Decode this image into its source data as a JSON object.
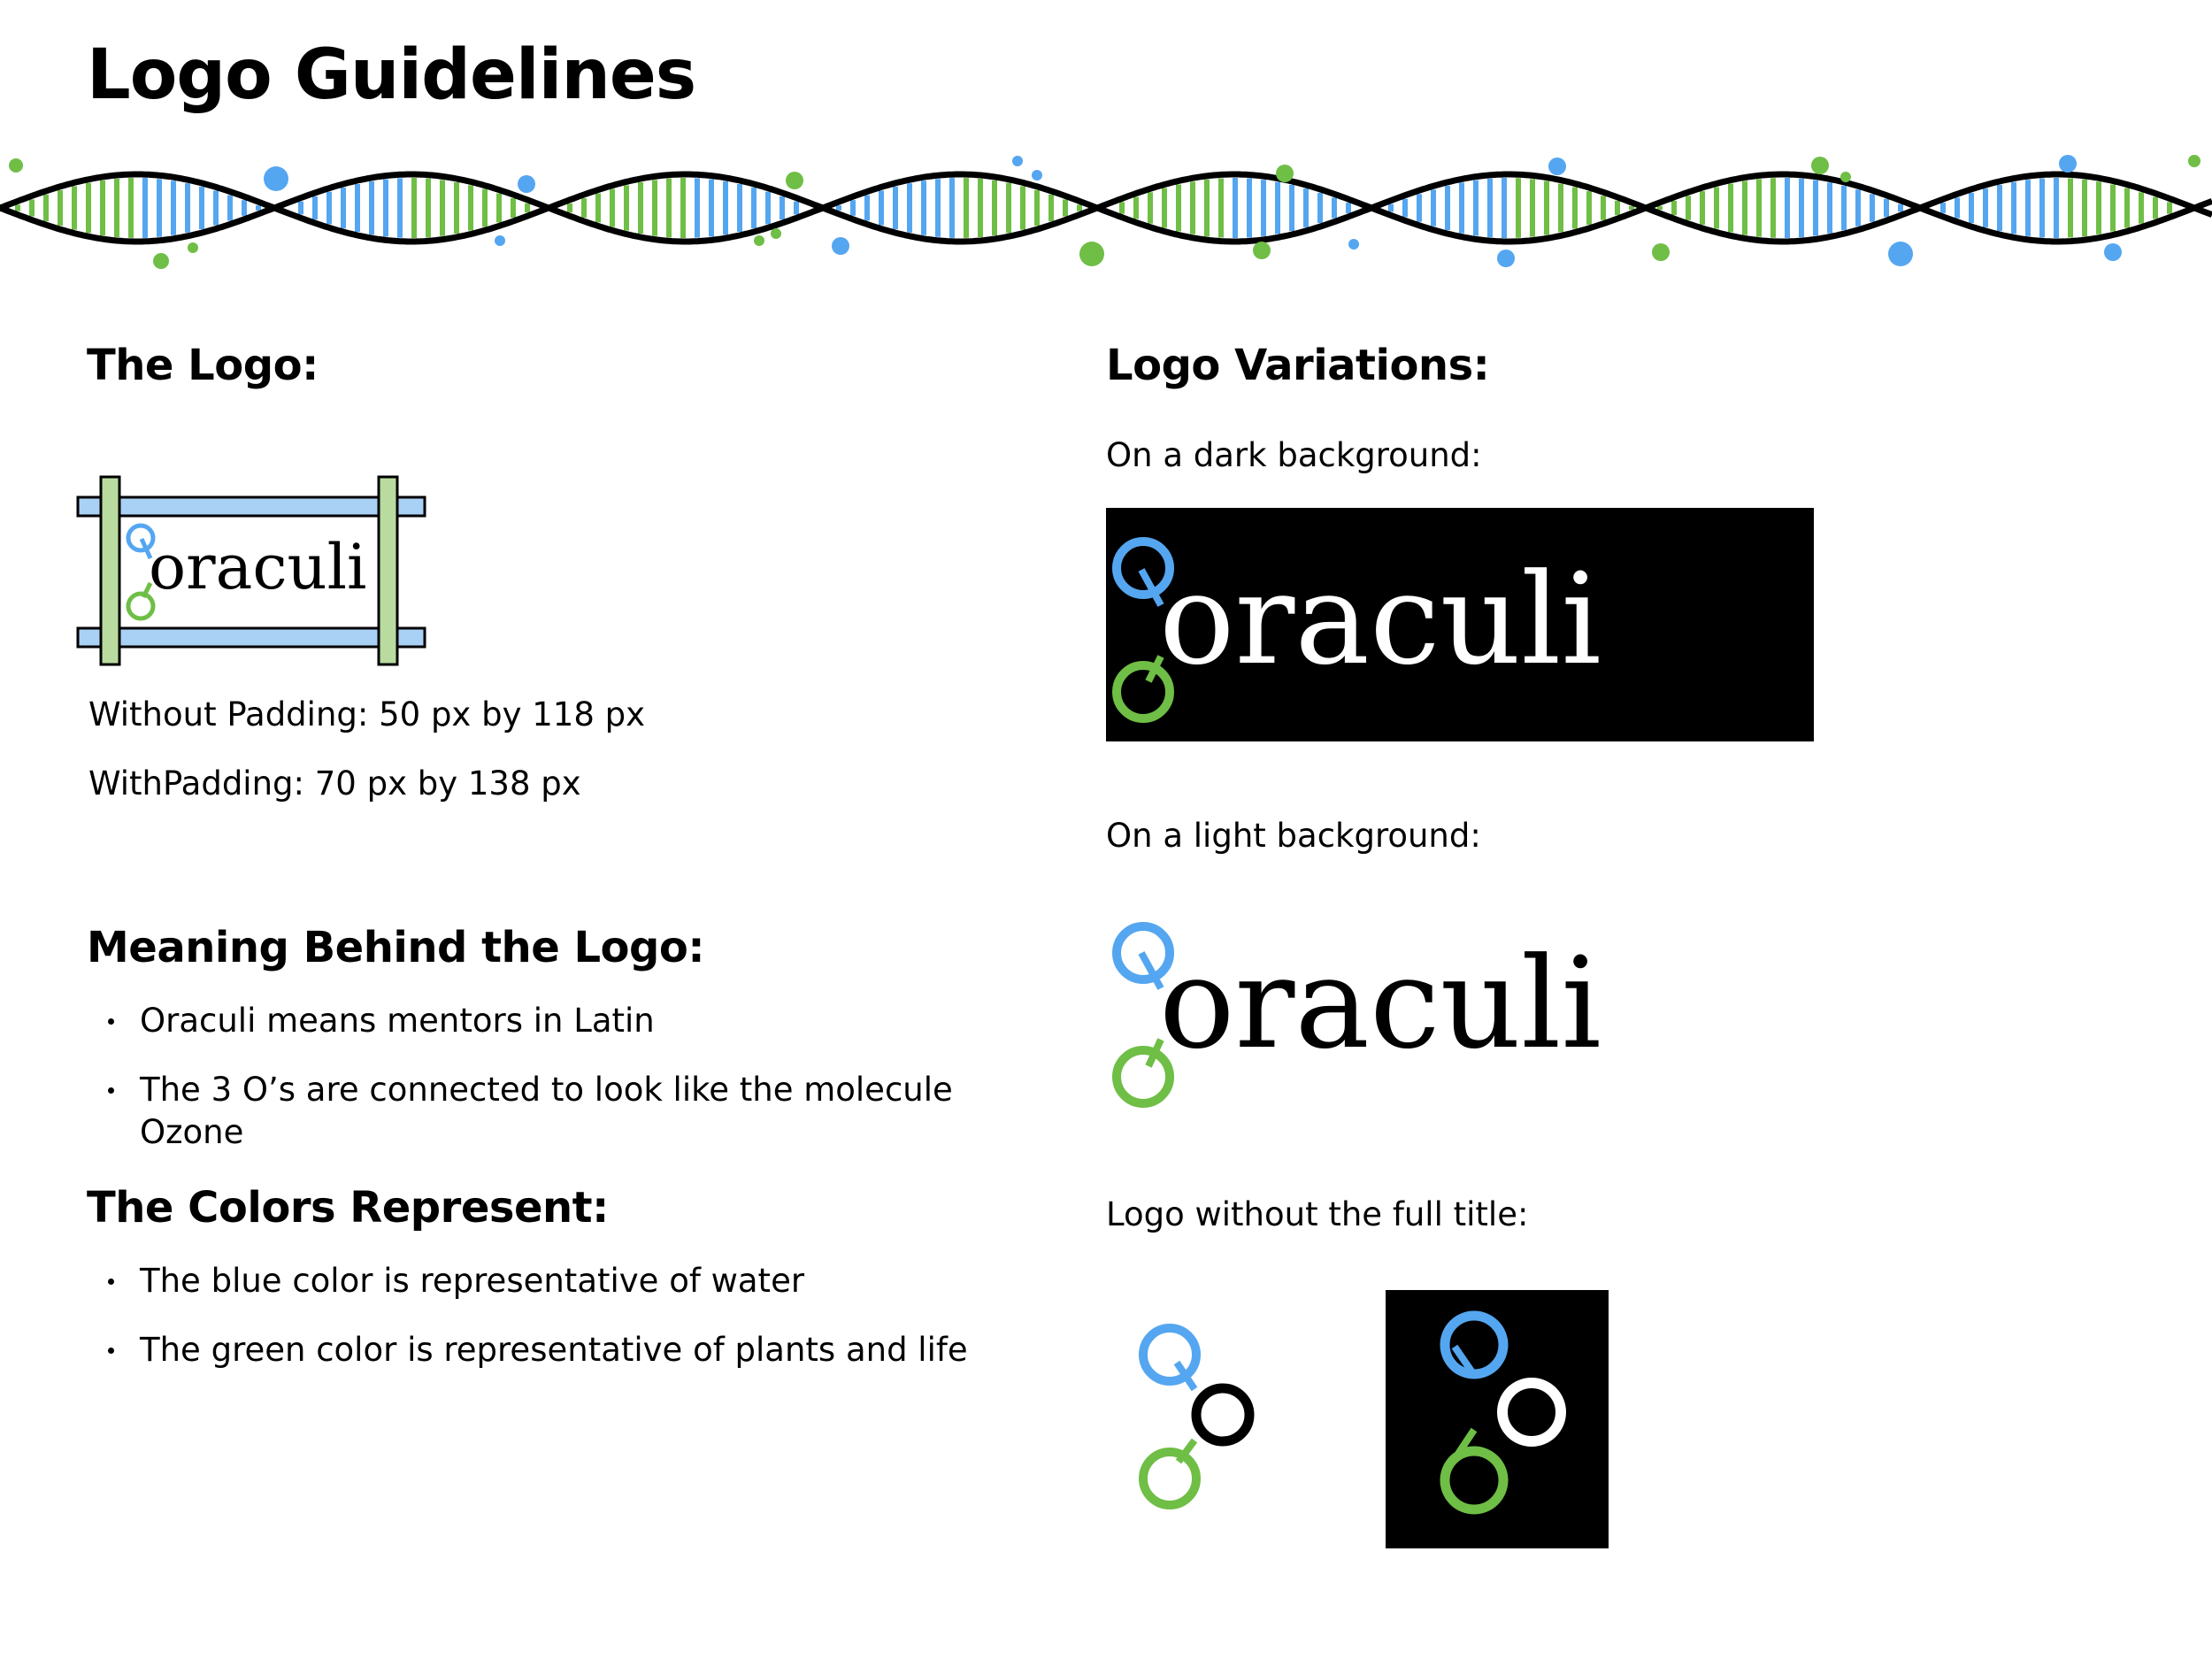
{
  "page": {
    "title": "Logo Guidelines"
  },
  "colors": {
    "blue": "#55a6f0",
    "green": "#6fbe46",
    "black": "#000000",
    "white": "#ffffff",
    "padding_blue": "#a9d0f5",
    "padding_green": "#b9dba0"
  },
  "logo_section": {
    "heading": "The Logo:",
    "logo_word": "oraculi",
    "without_padding": "Without Padding: 50 px by 118 px",
    "with_padding": "WithPadding: 70 px by 138 px"
  },
  "meaning_section": {
    "heading": "Meaning Behind the Logo:",
    "items": [
      "Oraculi means mentors in Latin",
      "The 3 O’s are connected to look like the molecule Ozone"
    ]
  },
  "colors_section": {
    "heading": "The Colors Represent:",
    "items": [
      "The blue color is representative of water",
      "The green color is representative of plants and life"
    ]
  },
  "variations_section": {
    "heading": "Logo Variations:",
    "dark_label": "On a dark background:",
    "light_label": "On a light background:",
    "icon_label": "Logo without the full title:",
    "logo_word": "oraculi",
    "icon_middle_letter": "o"
  }
}
